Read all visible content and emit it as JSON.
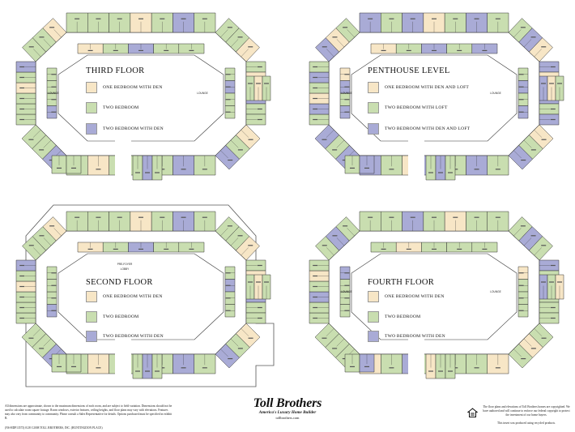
{
  "colors": {
    "one_bedroom_with_den": "#f7e6c6",
    "two_bedroom": "#c9deb0",
    "two_bedroom_with_den": "#a9abd6",
    "line": "#333333"
  },
  "plans": [
    {
      "id": "third",
      "title": "THIRD FLOOR",
      "legend": [
        {
          "label": "ONE BEDROOM WITH DEN",
          "swatch": "one_bedroom_with_den"
        },
        {
          "label": "TWO BEDROOM",
          "swatch": "two_bedroom"
        },
        {
          "label": "TWO BEDROOM WITH DEN",
          "swatch": "two_bedroom_with_den"
        }
      ],
      "notch_labels": [
        "LOUNGE",
        "LOUNGE"
      ]
    },
    {
      "id": "penthouse",
      "title": "PENTHOUSE LEVEL",
      "legend": [
        {
          "label": "ONE BEDROOM WITH DEN AND LOFT",
          "swatch": "one_bedroom_with_den"
        },
        {
          "label": "TWO BEDROOM WITH LOFT",
          "swatch": "two_bedroom"
        },
        {
          "label": "TWO BEDROOM WITH DEN AND LOFT",
          "swatch": "two_bedroom_with_den"
        }
      ],
      "notch_labels": [
        "LOUNGE",
        "LOUNGE"
      ]
    },
    {
      "id": "second",
      "title": "SECOND FLOOR",
      "legend": [
        {
          "label": "ONE BEDROOM WITH DEN",
          "swatch": "one_bedroom_with_den"
        },
        {
          "label": "TWO BEDROOM",
          "swatch": "two_bedroom"
        },
        {
          "label": "TWO BEDROOM WITH DEN",
          "swatch": "two_bedroom_with_den"
        }
      ],
      "notch_labels": [
        "PRE-FOYER",
        "LOBBY"
      ]
    },
    {
      "id": "fourth",
      "title": "FOURTH FLOOR",
      "legend": [
        {
          "label": "ONE BEDROOM WITH DEN",
          "swatch": "one_bedroom_with_den"
        },
        {
          "label": "TWO BEDROOM",
          "swatch": "two_bedroom"
        },
        {
          "label": "TWO BEDROOM WITH DEN",
          "swatch": "two_bedroom_with_den"
        }
      ],
      "notch_labels": [
        "LOUNGE",
        "LOUNGE"
      ]
    }
  ],
  "footer": {
    "disclaimer": "All dimensions are approximate, shown to the maximum dimensions of each room, and are subject to field variation. Dimensions should not be used to calculate room square footage. Room windows, exterior features, ceiling heights, and floor plans may vary with elevations. Features may also vary from community to community. Please consult a Sales Representative for details. Options purchased must be specified in exhibit B.",
    "code": "(NS-HDP13573) 0/28 ©2008 TOLL BROTHERS, INC. (HUNTINGDON PLACE)",
    "brand": "Toll Brothers",
    "tagline": "America's Luxury Home Builder",
    "url": "tollbrothers.com",
    "copyright": "The floor plans and elevations of Toll Brothers homes are copyrighted. We have authored and will continue to enforce our federal copyright to protect the investment of our home buyers.",
    "recycled": "This insert was produced using recycled products."
  }
}
